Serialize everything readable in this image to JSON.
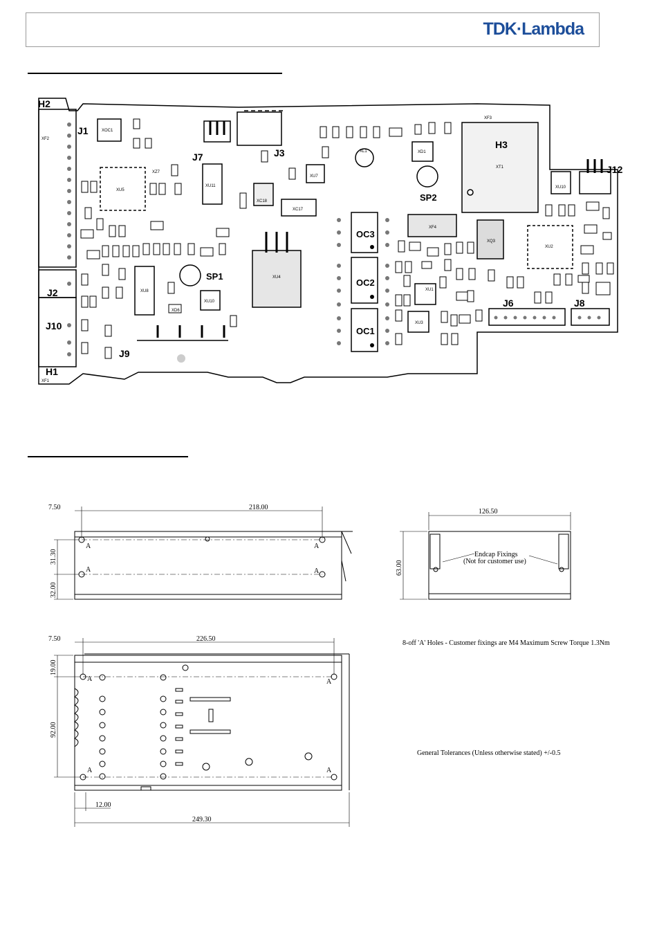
{
  "header": {
    "brand": "TDK·Lambda"
  },
  "pcb": {
    "connectors": [
      "H2",
      "J1",
      "J7",
      "J3",
      "H3",
      "J12",
      "J2",
      "J10",
      "H1",
      "J9",
      "J6",
      "J8"
    ],
    "parts": [
      "OC3",
      "OC2",
      "OC1",
      "SP1",
      "SP2"
    ],
    "small": [
      "XF2",
      "XOC1",
      "XZ7",
      "XU5",
      "XU11",
      "XU7",
      "XL1",
      "XD1",
      "XT1",
      "XF3",
      "XU10",
      "XF4",
      "XQ3",
      "XU2",
      "XU8",
      "XU4",
      "XU1",
      "XU3",
      "XD6",
      "XU10",
      "XF1",
      "XC17",
      "XC18"
    ]
  },
  "drawing": {
    "top_view": {
      "d1": "7.50",
      "d2": "218.00",
      "d3": "31.30",
      "d4": "32.00"
    },
    "end_view": {
      "d1": "126.50",
      "d2": "63.00",
      "fix_title": "Endcap Fixings",
      "fix_note": "(Not for customer use)"
    },
    "plan_view": {
      "d1": "7.50",
      "d2": "226.50",
      "d3": "19.00",
      "d4": "92.00",
      "d5": "12.00",
      "d6": "249.30"
    },
    "hole_mark": "A",
    "note_holes": "8-off 'A' Holes - Customer fixings are M4 Maximum Screw Torque 1.3Nm",
    "note_tol": "General Tolerances (Unless otherwise stated) +/-0.5"
  }
}
